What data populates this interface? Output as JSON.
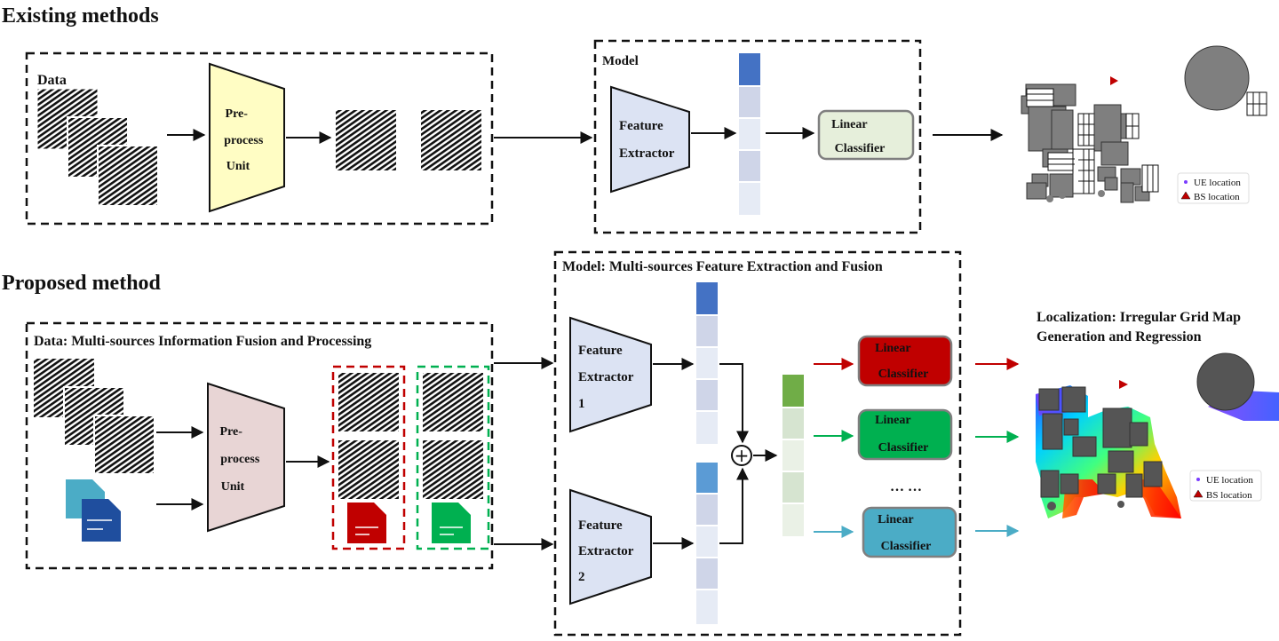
{
  "titles": {
    "existing": "Existing methods",
    "proposed": "Proposed method"
  },
  "existing": {
    "data_label": "Data",
    "preprocess": [
      "Pre-",
      "process",
      "Unit"
    ],
    "model_label": "Model",
    "feature_extractor": [
      "Feature",
      "Extractor"
    ],
    "linear_classifier": [
      "Linear",
      "Classifier"
    ],
    "legend": {
      "ue": "UE location",
      "bs": "BS location"
    }
  },
  "proposed": {
    "data_label": "Data: Multi-sources Information Fusion and Processing",
    "preprocess": [
      "Pre-",
      "process",
      "Unit"
    ],
    "model_label": "Model: Multi-sources Feature Extraction and Fusion",
    "extractor1": [
      "Feature",
      "Extractor",
      "1"
    ],
    "extractor2": [
      "Feature",
      "Extractor",
      "2"
    ],
    "classifiers": [
      {
        "lines": [
          "Linear",
          "Classifier"
        ],
        "color": "#c00000"
      },
      {
        "lines": [
          "Linear",
          "Classifier"
        ],
        "color": "#00b050"
      },
      {
        "lines": [
          "Linear",
          "Classifier"
        ],
        "color": "#4bacc6"
      }
    ],
    "ellipsis": "… …",
    "fusion_symbol": "+",
    "localization_title": [
      "Localization: Irregular Grid Map",
      "Generation and Regression"
    ],
    "legend": {
      "ue": "UE location",
      "bs": "BS location"
    }
  },
  "colors": {
    "preprocess_existing": "#fffdc4",
    "preprocess_proposed": "#e8d5d5",
    "extractor": "#dce3f3",
    "classifier_existing": "#e6efdb",
    "red": "#c00000",
    "green": "#00b050",
    "cyan": "#4bacc6",
    "feature_top_blue": "#4472c4",
    "feature_top_blue2": "#5b9bd5",
    "feature_top_green": "#70ad47"
  }
}
